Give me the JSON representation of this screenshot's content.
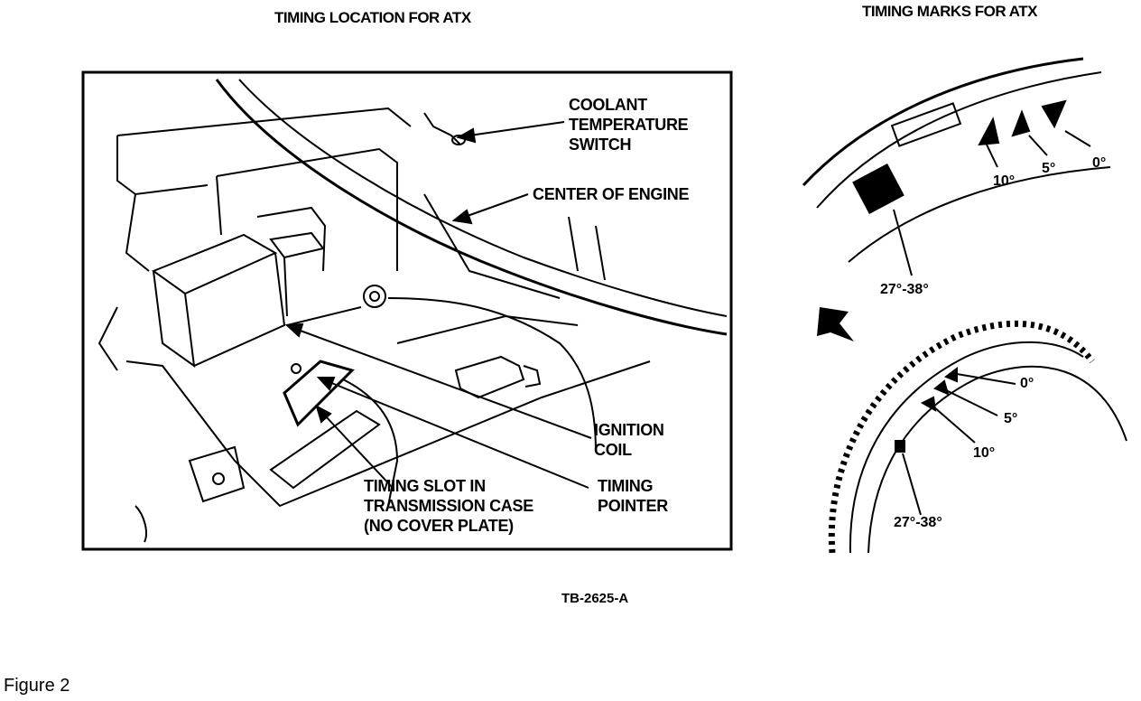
{
  "left_title": "TIMING LOCATION FOR ATX",
  "right_title": "TIMING MARKS FOR ATX",
  "labels": {
    "coolant": [
      "COOLANT",
      "TEMPERATURE",
      "SWITCH"
    ],
    "center": "CENTER OF ENGINE",
    "ignition": [
      "IGNITION",
      "COIL"
    ],
    "timing_slot": [
      "TIMING SLOT IN",
      "TRANSMISSION CASE",
      "(NO COVER PLATE)"
    ],
    "timing_pointer": [
      "TIMING",
      "POINTER"
    ]
  },
  "upper_marks": {
    "ten": "10°",
    "five": "5°",
    "zero": "0°",
    "range": "27°-38°"
  },
  "lower_marks": {
    "zero": "0°",
    "five": "5°",
    "ten": "10°",
    "range": "27°-38°"
  },
  "code": "TB-2625-A",
  "caption": "Figure 2",
  "colors": {
    "ink": "#000000",
    "paper": "#ffffff"
  }
}
